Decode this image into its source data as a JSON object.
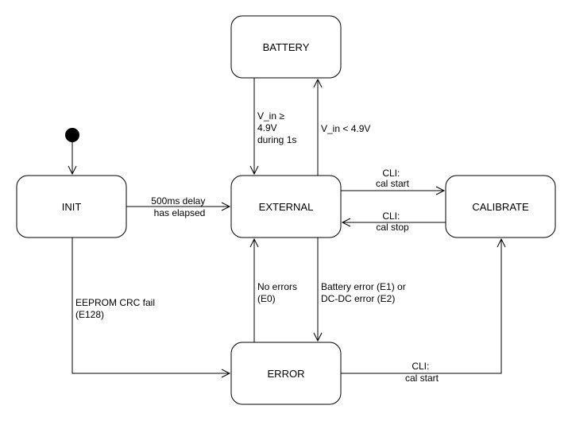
{
  "states": {
    "battery": "BATTERY",
    "init": "INIT",
    "external": "EXTERNAL",
    "calibrate": "CALIBRATE",
    "error": "ERROR"
  },
  "transitions": {
    "init_to_external": [
      "500ms delay",
      "has elapsed"
    ],
    "external_to_battery": [
      "V_in < 4.9V"
    ],
    "battery_to_external": [
      "V_in ≥",
      "4.9V",
      "during 1s"
    ],
    "external_to_calibrate": [
      "CLI:",
      "cal start"
    ],
    "calibrate_to_external": [
      "CLI:",
      "cal stop"
    ],
    "init_to_error": [
      "EEPROM CRC fail",
      "(E128)"
    ],
    "error_to_external": [
      "No errors",
      "(E0)"
    ],
    "external_to_error": [
      "Battery error (E1) or",
      "DC-DC error (E2)"
    ],
    "error_to_calibrate": [
      "CLI:",
      "cal start"
    ]
  }
}
